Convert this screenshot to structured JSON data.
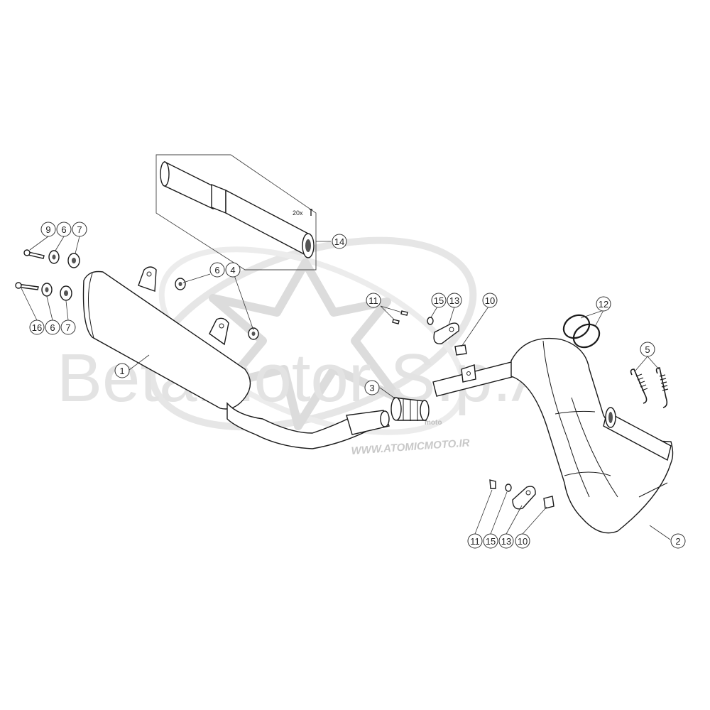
{
  "watermark": {
    "company": "Betamotor S.p.A",
    "website": "WWW.ATOMICMOTO.IR",
    "brand_small": "moto"
  },
  "kit_note": "20x",
  "callouts": {
    "c9": "9",
    "c6a": "6",
    "c7a": "7",
    "c16": "16",
    "c6b": "6",
    "c7b": "7",
    "c6c": "6",
    "c4": "4",
    "c1": "1",
    "c14": "14",
    "c11a": "11",
    "c15a": "15",
    "c13a": "13",
    "c10a": "10",
    "c3": "3",
    "c12": "12",
    "c5": "5",
    "c11b": "11",
    "c15b": "15",
    "c13b": "13",
    "c10b": "10",
    "c2": "2"
  }
}
